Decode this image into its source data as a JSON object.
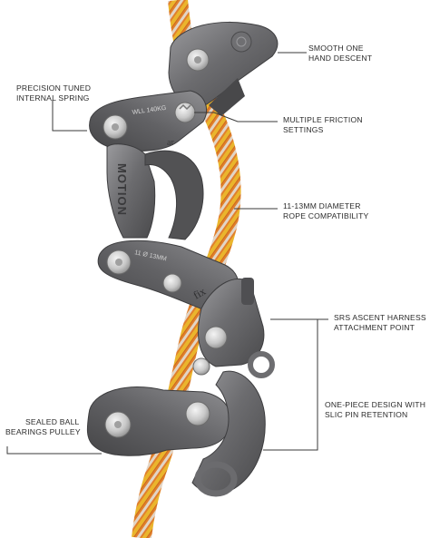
{
  "callouts": {
    "smooth_descent": [
      "SMOOTH ONE",
      "HAND DESCENT"
    ],
    "internal_spring": [
      "PRECISION TUNED",
      "INTERNAL SPRING"
    ],
    "friction_settings": [
      "MULTIPLE FRICTION",
      "SETTINGS"
    ],
    "rope_compat": [
      "11-13MM DIAMETER",
      "ROPE COMPATIBILITY"
    ],
    "srs_ascent": [
      "SRS ASCENT HARNESS",
      "ATTACHMENT POINT"
    ],
    "one_piece": [
      "ONE-PIECE DESIGN WITH",
      "SLIC PIN RETENTION"
    ],
    "sealed_bearings": [
      "SEALED BALL",
      "BEARINGS PULLEY"
    ]
  },
  "engravings": {
    "wll": "WLL 140KG",
    "motion": "MOTION",
    "ar": "ar",
    "rope_dia": "11 Ø 13MM",
    "fix": "fix"
  },
  "colors": {
    "metal_dark": "#5a5a5c",
    "metal_mid": "#7d7d80",
    "metal_light": "#a9a9ac",
    "rope_orange": "#e8862f",
    "rope_yellow": "#f2c230",
    "rope_white": "#e9e6df",
    "callout_line": "#3a3a3a"
  }
}
